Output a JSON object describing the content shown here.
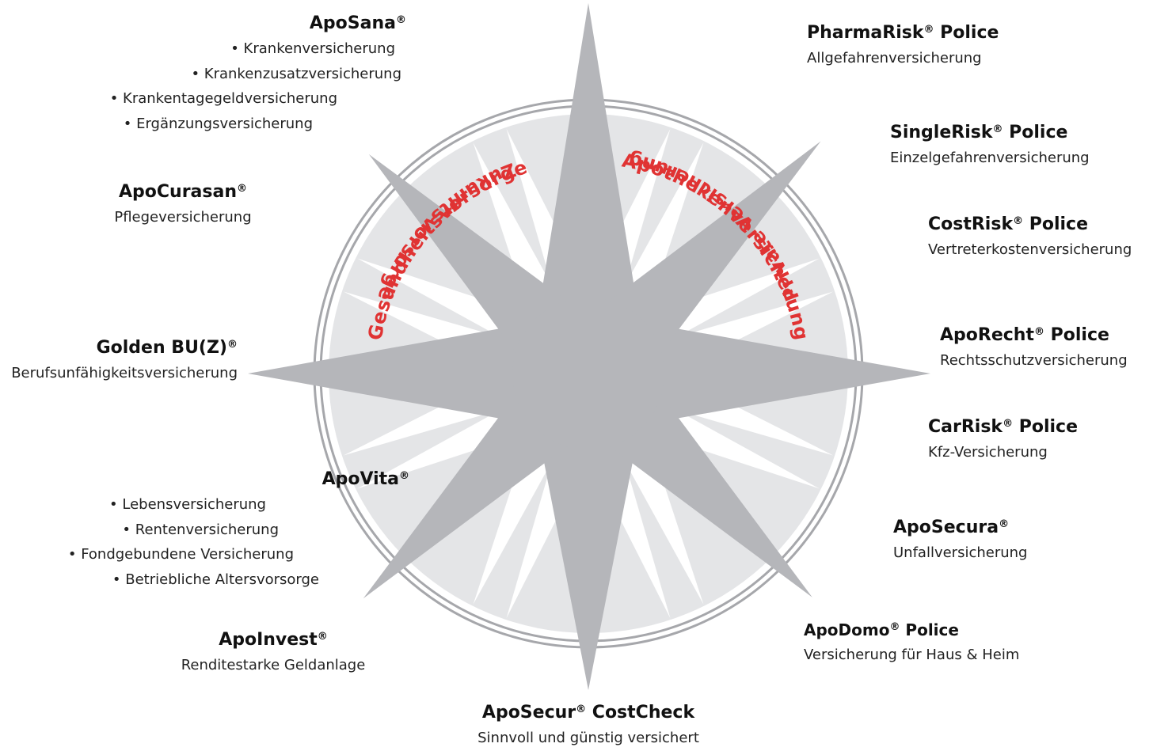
{
  "segments": {
    "health": "Gesundheitsvorsorge",
    "pharmacy": "Apothekenversicherung",
    "private": "Private Versicherung",
    "future": "Zukunftsvorsorge"
  },
  "colors": {
    "star_fill": "#b5b6ba",
    "disc_fill": "#e4e5e7",
    "ring_stroke": "#a6a7ab",
    "segment_text": "#e03333"
  },
  "products": {
    "aposana": {
      "name": "ApoSana",
      "bullets": [
        "• Krankenversicherung",
        "• Krankenzusatzversicherung",
        "• Krankentagegeldversicherung",
        "• Ergänzungsversicherung"
      ]
    },
    "apocurasan": {
      "name": "ApoCurasan",
      "sub": "Pflegeversicherung"
    },
    "golden_bu": {
      "name": "Golden BU(Z)",
      "sub": "Berufsunfähigkeitsversicherung"
    },
    "apovita": {
      "name": "ApoVita",
      "bullets": [
        "• Lebensversicherung",
        "• Rentenversicherung",
        "• Fondgebundene Versicherung",
        "• Betriebliche Altersvorsorge"
      ]
    },
    "apoinvest": {
      "name": "ApoInvest",
      "sub": "Renditestarke Geldanlage"
    },
    "aposecur": {
      "name": "ApoSecur",
      "name_suffix": " CostCheck",
      "sub": "Sinnvoll und günstig versichert"
    },
    "pharmarisk": {
      "name": "PharmaRisk",
      "name_suffix": " Police",
      "sub": "Allgefahrenversicherung"
    },
    "singlerisk": {
      "name": "SingleRisk",
      "name_suffix": " Police",
      "sub": "Einzelgefahrenversicherung"
    },
    "costrisk": {
      "name": "CostRisk",
      "name_suffix": " Police",
      "sub": "Vertreterkostenversicherung"
    },
    "aporecht": {
      "name": "ApoRecht",
      "name_suffix": " Police",
      "sub": "Rechtsschutzversicherung"
    },
    "carrisk": {
      "name": "CarRisk",
      "name_suffix": " Police",
      "sub": "Kfz-Versicherung"
    },
    "aposecura": {
      "name": "ApoSecura",
      "sub": "Unfallversicherung"
    },
    "apodomo": {
      "name": "ApoDomo",
      "name_suffix": " Police",
      "sub": "Versicherung für Haus & Heim"
    }
  },
  "reg_mark": "®"
}
